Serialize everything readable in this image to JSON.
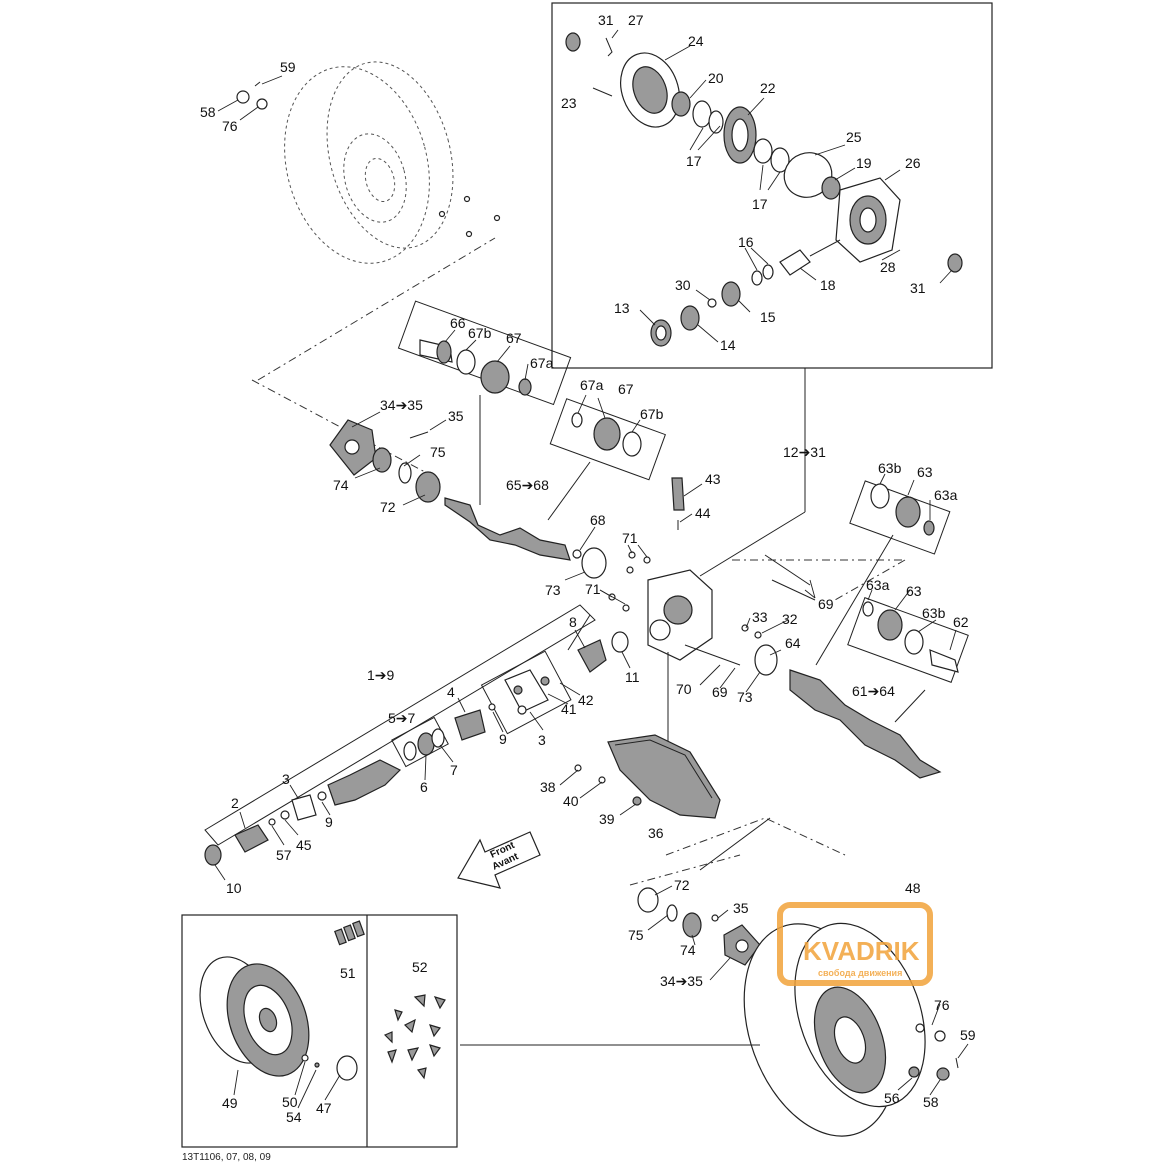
{
  "footer": {
    "code": "13T1106, 07, 08, 09"
  },
  "front_arrow": {
    "line1": "Front",
    "line2": "Avant"
  },
  "watermark": {
    "brand": "KVADRIK",
    "tagline": "свобода движения",
    "color": "#f2a33a"
  },
  "labels": {
    "l59a": "59",
    "l58a": "58",
    "l76a": "76",
    "l31a": "31",
    "l27": "27",
    "l24": "24",
    "l20": "20",
    "l23": "23",
    "l22": "22",
    "l17a": "17",
    "l25": "25",
    "l19": "19",
    "l26": "26",
    "l17b": "17",
    "l16": "16",
    "l18": "18",
    "l28": "28",
    "l31b": "31",
    "l30": "30",
    "l13": "13",
    "l15": "15",
    "l14": "14",
    "l66": "66",
    "l67b1": "67b",
    "l67_1": "67",
    "l67a1": "67a",
    "l34a": "34➔35",
    "l35a": "35",
    "l74a": "74",
    "l75a": "75",
    "l72a": "72",
    "l67a2": "67a",
    "l67_2": "67",
    "l67b2": "67b",
    "l65": "65➔68",
    "l68": "68",
    "l73a": "73",
    "l71a": "71",
    "l71b": "71",
    "l43": "43",
    "l44": "44",
    "l12": "12➔31",
    "l63b1": "63b",
    "l63_1": "63",
    "l63a1": "63a",
    "l63a2": "63a",
    "l63_2": "63",
    "l63b2": "63b",
    "l62": "62",
    "l69a": "69",
    "l33": "33",
    "l32": "32",
    "l64": "64",
    "l70": "70",
    "l69b": "69",
    "l73b": "73",
    "l61": "61➔64",
    "l8": "8",
    "l11": "11",
    "l42": "42",
    "l41": "41",
    "l3a": "3",
    "l1": "1➔9",
    "l4": "4",
    "l9a": "9",
    "l5": "5➔7",
    "l6": "6",
    "l7": "7",
    "l3b": "3",
    "l2": "2",
    "l9b": "9",
    "l57": "57",
    "l45": "45",
    "l10": "10",
    "l38": "38",
    "l40": "40",
    "l39": "39",
    "l36": "36",
    "l72b": "72",
    "l35b": "35",
    "l75b": "75",
    "l74b": "74",
    "l34b": "34➔35",
    "l48": "48",
    "l76b": "76",
    "l59b": "59",
    "l56": "56",
    "l58b": "58",
    "l51": "51",
    "l52": "52",
    "l49": "49",
    "l50": "50",
    "l54": "54",
    "l47": "47"
  }
}
